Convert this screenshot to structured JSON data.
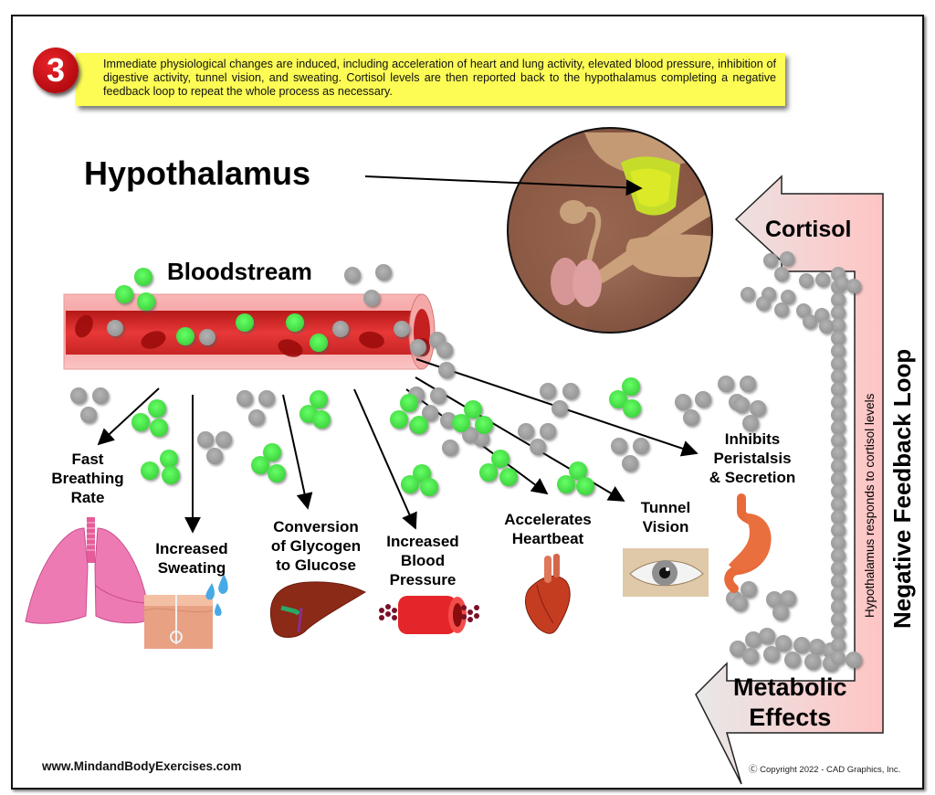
{
  "step": {
    "number": "3",
    "description": "Immediate physiological changes are induced, including acceleration of heart and lung activity, elevated blood pressure, inhibition of digestive activity, tunnel vision, and sweating. Cortisol levels are then reported back to the hypothalamus completing a negative feedback loop to repeat the whole process as necessary."
  },
  "labels": {
    "hypothalamus": "Hypothalamus",
    "bloodstream": "Bloodstream",
    "cortisol": "Cortisol",
    "metabolic_effects_line1": "Metabolic",
    "metabolic_effects_line2": "Effects",
    "loop_subtitle": "Hypothalamus responds to cortisol levels",
    "loop_title": "Negative Feedback Loop"
  },
  "effects": [
    {
      "id": "breathing",
      "lines": [
        "Fast",
        "Breathing",
        "Rate"
      ],
      "icon": "lungs-icon"
    },
    {
      "id": "sweating",
      "lines": [
        "Increased",
        "Sweating"
      ],
      "icon": "skin-sweat-icon"
    },
    {
      "id": "glycogen",
      "lines": [
        "Conversion",
        "of Glycogen",
        "to Glucose"
      ],
      "icon": "liver-icon"
    },
    {
      "id": "blood-pressure",
      "lines": [
        "Increased",
        "Blood",
        "Pressure"
      ],
      "icon": "blood-vessel-icon"
    },
    {
      "id": "heartbeat",
      "lines": [
        "Accelerates",
        "Heartbeat"
      ],
      "icon": "heart-icon"
    },
    {
      "id": "tunnel-vision",
      "lines": [
        "Tunnel",
        "Vision"
      ],
      "icon": "eye-icon"
    },
    {
      "id": "peristalsis",
      "lines": [
        "Inhibits",
        "Peristalsis",
        "& Secretion"
      ],
      "icon": "stomach-icon"
    }
  ],
  "colors": {
    "badge": "#d7141a",
    "note_bg": "#fcfc55",
    "loop_arrow": "#ffc8c8",
    "green_cell": "#55ee55",
    "gray_cell": "#a8a8a8",
    "vessel": "#e33a3a"
  },
  "footer": {
    "website": "www.MindandBodyExercises.com",
    "copyright": "Ⓒ Copyright 2022 - CAD Graphics, Inc."
  }
}
